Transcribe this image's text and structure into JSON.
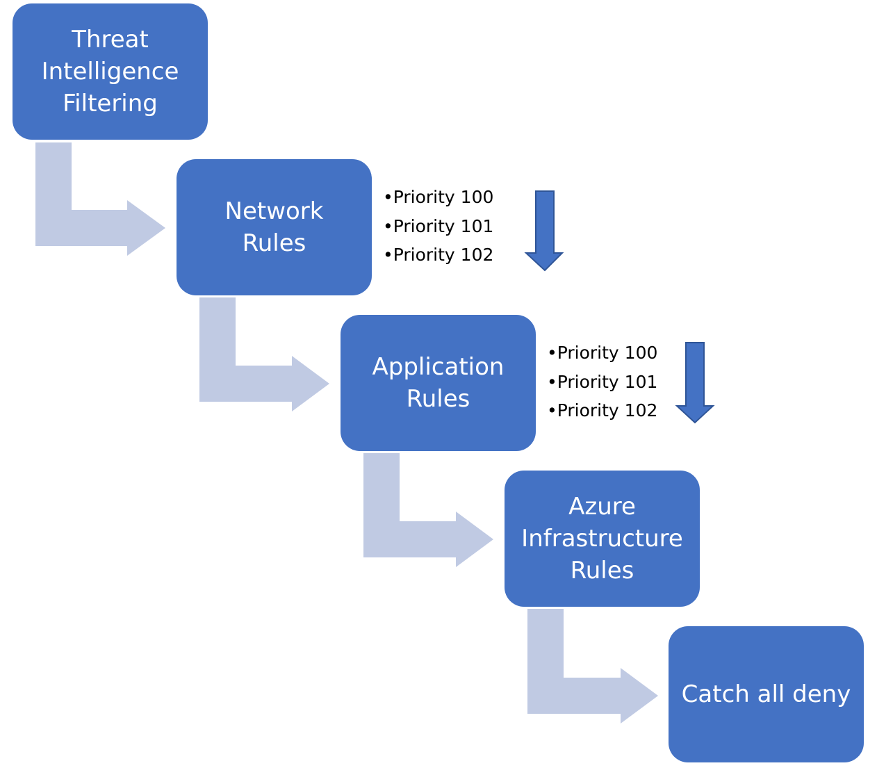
{
  "steps": [
    {
      "label": "Threat\nIntelligence\nFiltering"
    },
    {
      "label": "Network\nRules"
    },
    {
      "label": "Application\nRules"
    },
    {
      "label": "Azure\nInfrastructure\nRules"
    },
    {
      "label": "Catch all deny"
    }
  ],
  "network_priorities": [
    "Priority 100",
    "Priority 101",
    "Priority 102"
  ],
  "application_priorities": [
    "Priority 100",
    "Priority 101",
    "Priority 102"
  ],
  "colors": {
    "box": "#4472c4",
    "connector": "#c0cae3",
    "down_arrow_fill": "#4472c4",
    "down_arrow_stroke": "#2f5597"
  }
}
